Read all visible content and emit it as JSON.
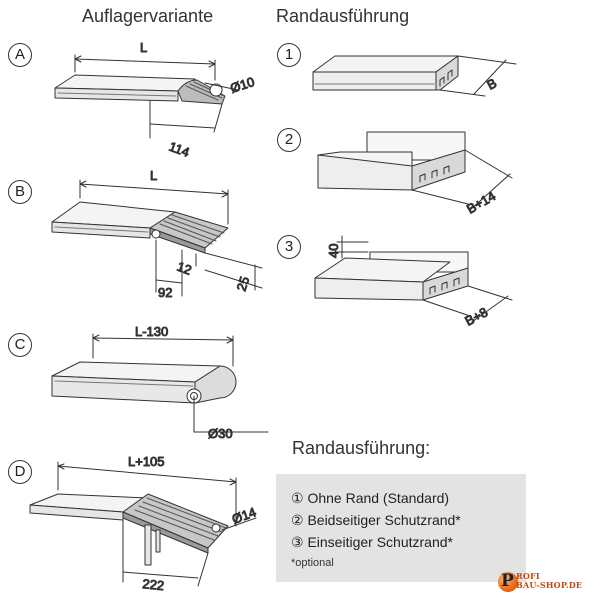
{
  "headings": {
    "left": "Auflagervariante",
    "right": "Randausführung"
  },
  "variants": [
    {
      "badge": "A",
      "dims": [
        "L",
        "Ø10",
        "114"
      ]
    },
    {
      "badge": "B",
      "dims": [
        "L",
        "12",
        "92",
        "25"
      ]
    },
    {
      "badge": "C",
      "dims": [
        "L-130",
        "Ø30"
      ]
    },
    {
      "badge": "D",
      "dims": [
        "L+105",
        "Ø14",
        "222"
      ]
    }
  ],
  "edges": [
    {
      "badge": "1",
      "dims": [
        "B"
      ]
    },
    {
      "badge": "2",
      "dims": [
        "B+14"
      ]
    },
    {
      "badge": "3",
      "dims": [
        "40",
        "B+8"
      ]
    }
  ],
  "legend": {
    "title": "Randausführung:",
    "items": [
      "① Ohne Rand (Standard)",
      "② Beidseitiger Schutzrand*",
      "③ Einseitiger Schutzrand*"
    ],
    "note": "*optional"
  },
  "logo": {
    "letter": "P",
    "line1": "ROFI",
    "line2": "BAU-SHOP.DE"
  },
  "colors": {
    "line": "#333333",
    "fill_light": "#f2f2f2",
    "fill_mid": "#d9d9d9",
    "fill_dark": "#9a9a9a",
    "legend_bg": "#e3e3e3",
    "logo_orange": "#e96a1a"
  }
}
